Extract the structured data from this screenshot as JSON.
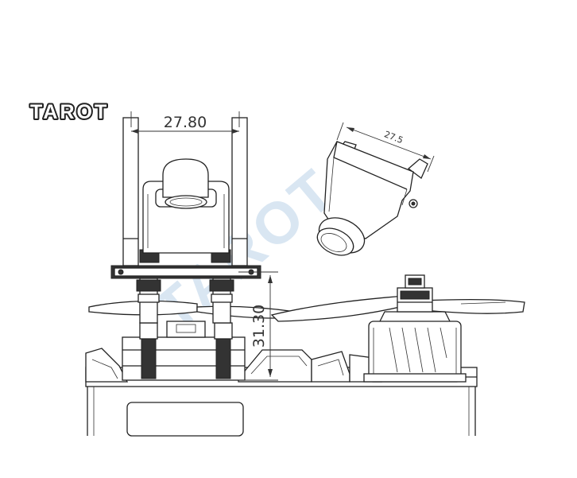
{
  "brand": {
    "name": "TAROT",
    "watermark": "TAROT"
  },
  "dimensions": {
    "mount_width": "27.80",
    "camera_width": "27.5",
    "mount_height": "31.30"
  },
  "colors": {
    "line": "#222222",
    "watermark": "#cfe0ef",
    "background": "#ffffff"
  }
}
